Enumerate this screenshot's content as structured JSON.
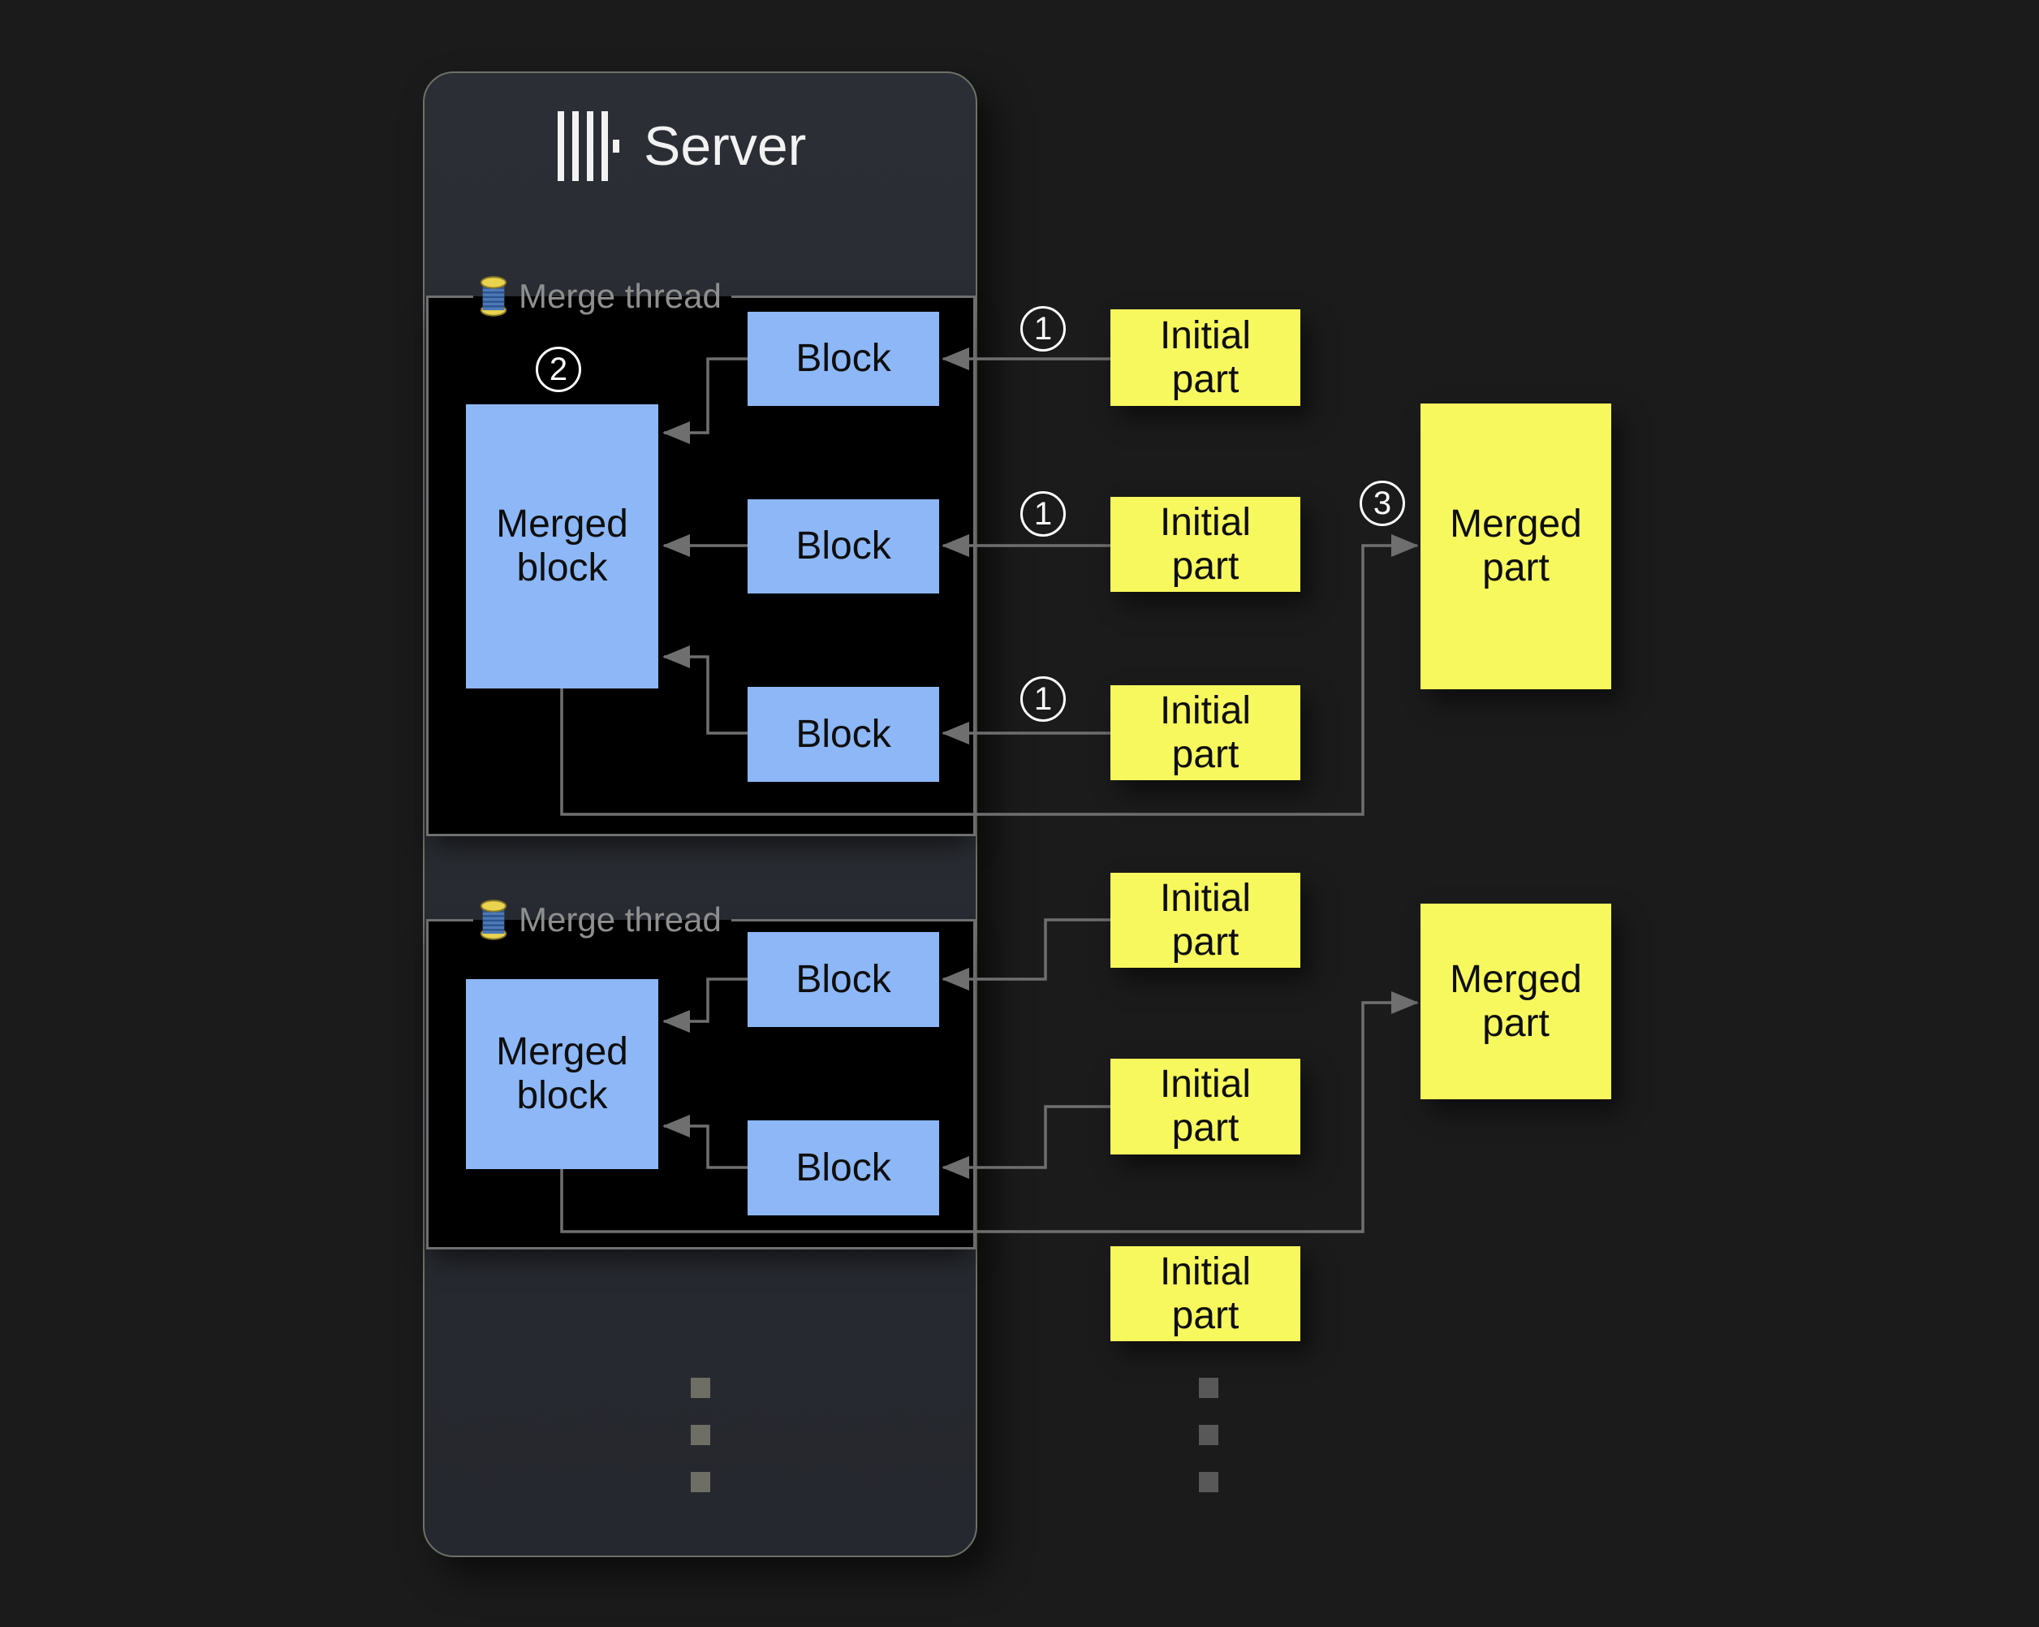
{
  "server": {
    "title": "Server"
  },
  "threads": [
    {
      "label": "Merge thread",
      "merged_block": "Merged block",
      "blocks": [
        "Block",
        "Block",
        "Block"
      ]
    },
    {
      "label": "Merge thread",
      "merged_block": "Merged block",
      "blocks": [
        "Block",
        "Block"
      ]
    }
  ],
  "initial_parts": [
    "Initial part",
    "Initial part",
    "Initial part",
    "Initial part",
    "Initial part",
    "Initial part"
  ],
  "merged_parts": [
    "Merged part",
    "Merged part"
  ],
  "badges": {
    "initial_step": "1",
    "merge_step": "2",
    "merged_part_step": "3"
  },
  "colors": {
    "background": "#1b1b1b",
    "panel": "#282b31",
    "panel_border": "#6e7166",
    "section_bg": "#000000",
    "section_border": "#6f6f6f",
    "block_fill": "#8db7f6",
    "part_fill": "#f6f85e",
    "wire": "#6f6f6f",
    "muted_label": "#8f8f8f",
    "badge_ring": "#ffffff",
    "title_text": "#f2f2f2"
  }
}
